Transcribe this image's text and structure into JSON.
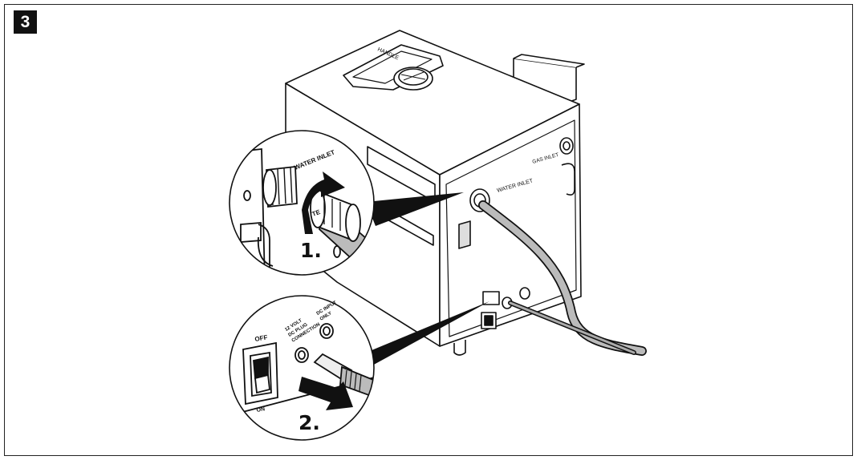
{
  "step": {
    "number": "3"
  },
  "unit_labels": {
    "handle": "HANDLE",
    "water_inlet": "WATER INLET",
    "gas_inlet": "GAS INLET"
  },
  "callout_top": {
    "label": "WATER INLET",
    "label_fragment": "TE",
    "step_label": "1."
  },
  "callout_bottom": {
    "off": "OFF",
    "on": "ON",
    "dc_connection": [
      "12 VOLT",
      "DC PLUG",
      "CONNECTION"
    ],
    "dc_input": [
      "DC INPUT",
      "ONLY"
    ],
    "step_label": "2."
  }
}
